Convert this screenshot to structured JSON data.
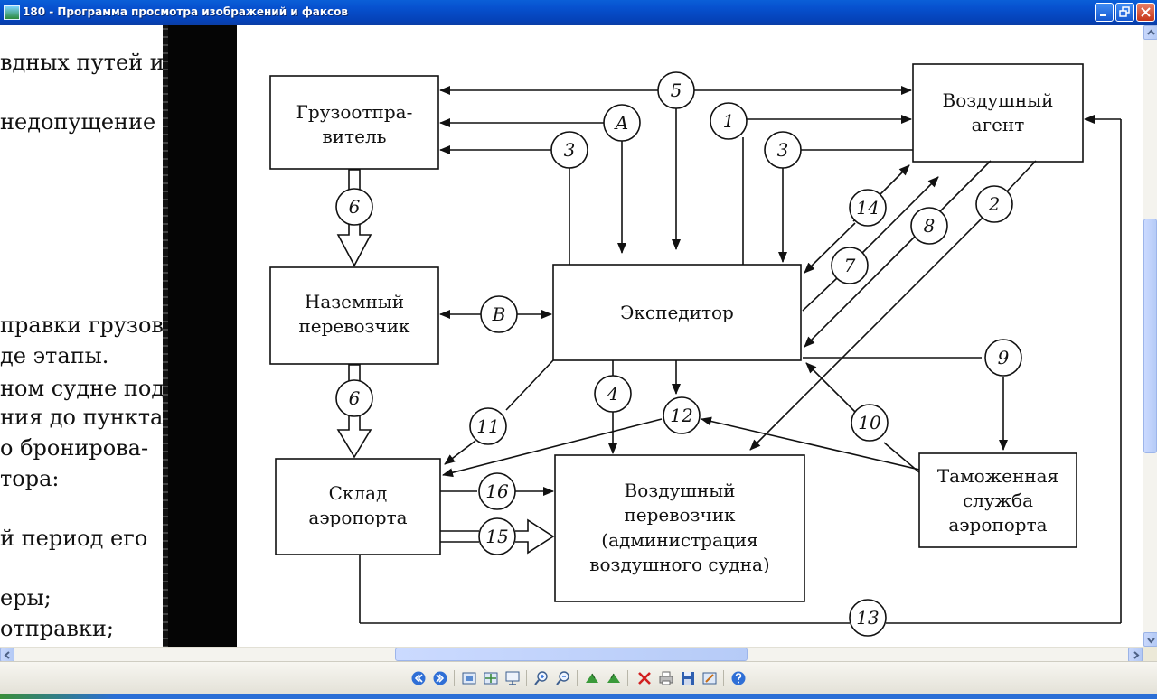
{
  "window": {
    "title": "180 - Программа просмотра изображений и факсов",
    "icon": "image-viewer-icon"
  },
  "page_text_lines": [
    "вдных путей и",
    "недопущение",
    "правки грузов",
    "де этапы.",
    "ном судне под",
    "ния до пункта",
    "о бронирова-",
    "тора:",
    "й период его",
    "еры;",
    "отправки;"
  ],
  "diagram": {
    "boxes": {
      "shipper": [
        "Грузоотпра-",
        "витель"
      ],
      "air_agent": [
        "Воздушный",
        "агент"
      ],
      "ground_carrier": [
        "Наземный",
        "перевозчик"
      ],
      "forwarder": [
        "Экспедитор"
      ],
      "warehouse": [
        "Склад",
        "аэропорта"
      ],
      "air_carrier": [
        "Воздушный",
        "перевозчик",
        "(администрация",
        "воздушного судна)"
      ],
      "customs": [
        "Таможенная",
        "служба",
        "аэропорта"
      ]
    },
    "markers": {
      "m5": "5",
      "mA": "A",
      "m1": "1",
      "m3a": "3",
      "m3b": "3",
      "m6a": "6",
      "m6b": "6",
      "m14": "14",
      "m7": "7",
      "m8": "8",
      "m2": "2",
      "mB": "B",
      "m9": "9",
      "m4": "4",
      "m12": "12",
      "m11": "11",
      "m10": "10",
      "m16": "16",
      "m15": "15",
      "m13": "13"
    }
  },
  "toolbar": {
    "buttons": [
      "previous-image-icon",
      "next-image-icon",
      "best-fit-icon",
      "actual-size-icon",
      "slideshow-icon",
      "zoom-in-icon",
      "zoom-out-icon",
      "rotate-clockwise-icon",
      "rotate-counterclockwise-icon",
      "delete-icon",
      "print-icon",
      "save-icon",
      "edit-icon",
      "help-icon"
    ]
  },
  "scroll": {
    "vertical_position": 0.5,
    "horizontal_position": 0.5
  }
}
